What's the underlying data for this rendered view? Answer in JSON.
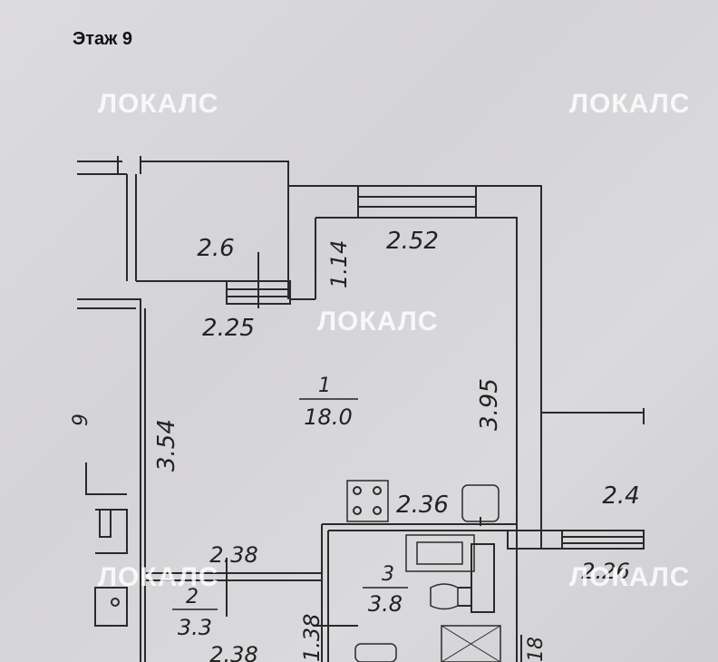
{
  "floor_label": "Этаж 9",
  "watermark": "ЛОКАЛС",
  "rooms": [
    {
      "id": "1",
      "area": "18.0"
    },
    {
      "id": "2",
      "area": "3.3"
    },
    {
      "id": "3",
      "area": "3.8"
    }
  ],
  "dimensions": {
    "balcony_area": "2.6",
    "window_width": "2.52",
    "wall_1_14": "1.14",
    "wall_2_25": "2.25",
    "room_height_3_95": "3.95",
    "room_width_3_54": "3.54",
    "kitchen_2_36": "2.36",
    "right_area_2_4": "2.4",
    "right_2_26": "2.26",
    "hall_2_38": "2.38",
    "hall_bottom_2_38": "2.38",
    "hall_1_38": "1.38",
    "left_fragment": "9",
    "bottom_fragment": "18"
  }
}
